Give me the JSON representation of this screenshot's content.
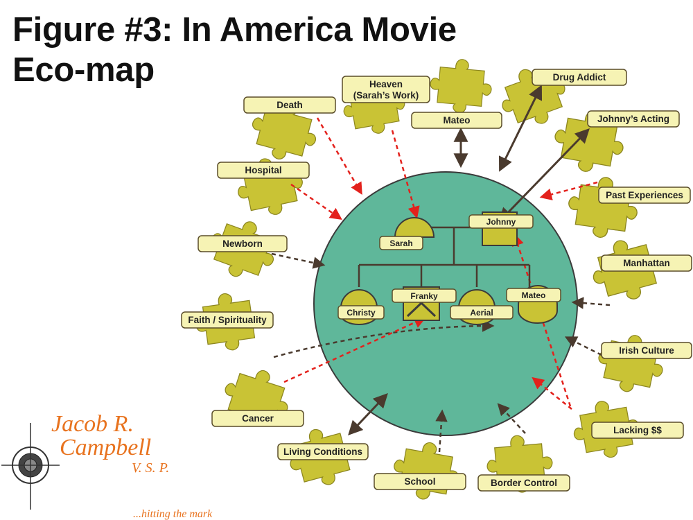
{
  "title": {
    "line1": "Figure #3: In America Movie",
    "line2": "Eco-map"
  },
  "colors": {
    "piece": "#c9c335",
    "piece_stroke": "#8c8620",
    "label_fill": "#f6f3b4",
    "label_stroke": "#5a4d2a",
    "circle": "#5fb79a",
    "circle_stroke": "#3b3b3b",
    "line": "#4a3a2e",
    "stress": "#e3211c",
    "logo_orange": "#e8731f"
  },
  "systems": [
    {
      "label": "Death"
    },
    {
      "label": "Heaven",
      "label2": "(Sarah’s Work)"
    },
    {
      "label": "Mateo"
    },
    {
      "label": "Drug Addict"
    },
    {
      "label": "Johnny’s Acting"
    },
    {
      "label": "Hospital"
    },
    {
      "label": "Past Experiences"
    },
    {
      "label": "Newborn"
    },
    {
      "label": "Manhattan"
    },
    {
      "label": "Faith / Spirituality"
    },
    {
      "label": "Irish Culture"
    },
    {
      "label": "Cancer"
    },
    {
      "label": "Lacking $$"
    },
    {
      "label": "Living Conditions"
    },
    {
      "label": "School"
    },
    {
      "label": "Border Control"
    }
  ],
  "family": {
    "sarah": "Sarah",
    "johnny": "Johnny",
    "christy": "Christy",
    "franky": "Franky",
    "aerial": "Aerial",
    "mateo": "Mateo"
  },
  "logo": {
    "line1": "Jacob R.",
    "line2": "Campbell",
    "line3": "V. S. P.",
    "tagline": "...hitting the mark"
  }
}
